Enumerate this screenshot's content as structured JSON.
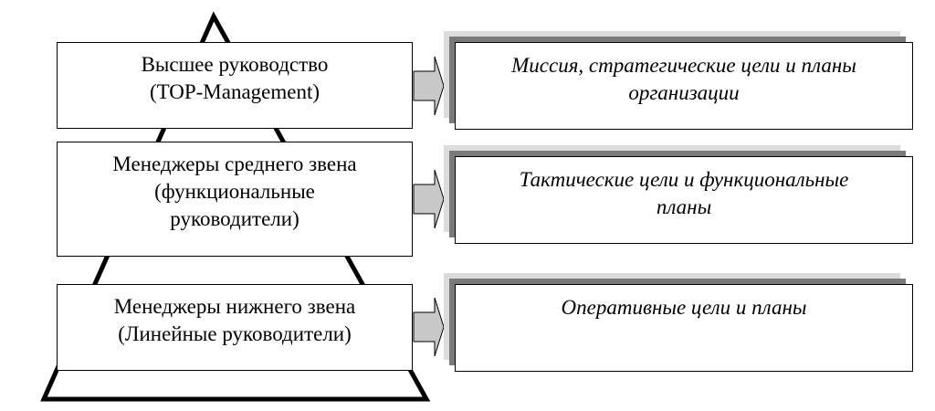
{
  "levels": [
    {
      "lines": [
        "Высшее руководство",
        "(TOP-Management)"
      ],
      "goal_lines": [
        "Миссия, стратегические цели и планы",
        "организации"
      ]
    },
    {
      "lines": [
        "Менеджеры среднего звена",
        "(функциональные",
        "руководители)"
      ],
      "goal_lines": [
        "Тактические цели и функциональные",
        "планы"
      ]
    },
    {
      "lines": [
        "Менеджеры нижнего звена",
        "(Линейные руководители)"
      ],
      "goal_lines": [
        "Оперативные цели и планы"
      ]
    }
  ],
  "colors": {
    "outline": "#000000",
    "arrow_fill": "#c8c8c8",
    "shadow_dark": "#7a7a7a",
    "shadow_light": "#dcdcdc"
  }
}
